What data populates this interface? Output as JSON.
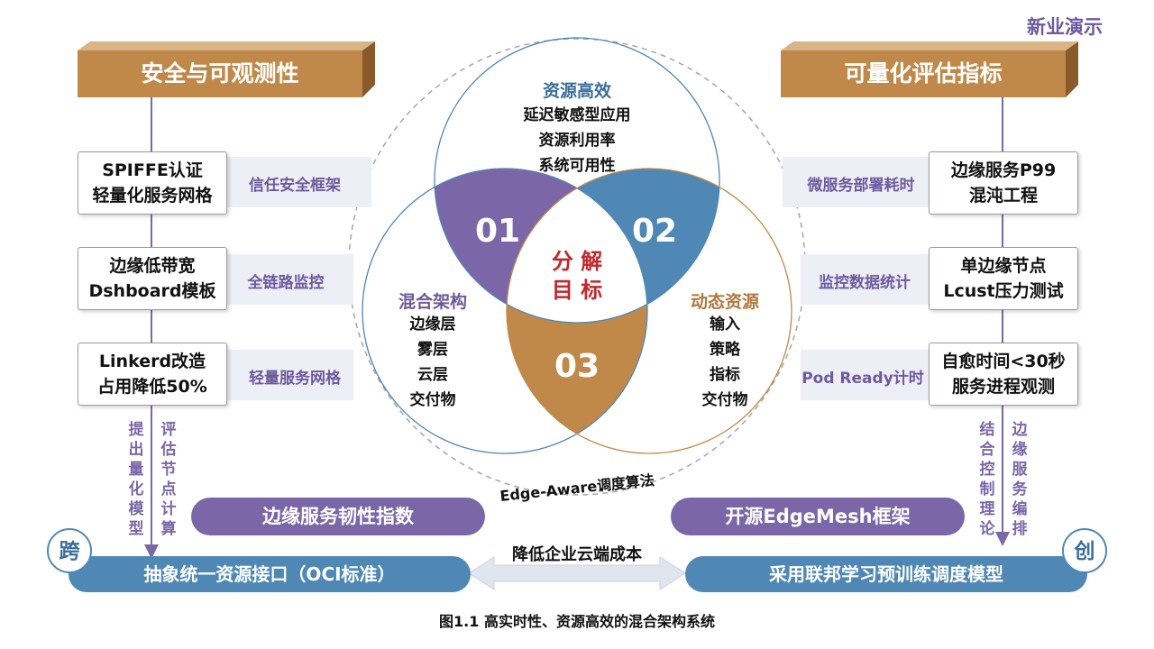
{
  "brand": "新业演示",
  "left_banner": "安全与可观测性",
  "right_banner": "可量化评估指标",
  "left_items": [
    {
      "line1": "SPIFFE认证",
      "line2": "轻量化服务网格",
      "tag": "信任安全框架"
    },
    {
      "line1": "边缘低带宽",
      "line2": "Dshboard模板",
      "tag": "全链路监控"
    },
    {
      "line1": "Linkerd改造",
      "line2": "占用降低50%",
      "tag": "轻量服务网格"
    }
  ],
  "right_items": [
    {
      "line1": "边缘服务P99",
      "line2": "混沌工程",
      "tag": "微服务部署耗时"
    },
    {
      "line1": "单边缘节点",
      "line2": "Lcust压力测试",
      "tag": "监控数据统计"
    },
    {
      "line1": "自愈时间<30秒",
      "line2": "服务进程观测",
      "tag": "Pod Ready计时"
    }
  ],
  "left_vertical": [
    "提出量化模型",
    "评估节点计算"
  ],
  "right_vertical": [
    "结合控制理论",
    "边缘服务编排"
  ],
  "left_pill": "边缘服务韧性指数",
  "right_pill": "开源EdgeMesh框架",
  "left_badge": "跨",
  "right_badge": "创",
  "left_bar": "抽象统一资源接口（OCI标准）",
  "right_bar": "采用联邦学习预训练调度模型",
  "middle_label": "降低企业云端成本",
  "arc_label": "Edge-Aware调度算法",
  "venn": {
    "top": {
      "title": "资源高效",
      "lines": [
        "延迟敏感型应用",
        "资源利用率",
        "系统可用性"
      ]
    },
    "left": {
      "title": "混合架构",
      "lines": [
        "边缘层",
        "雾层",
        "云层",
        "交付物"
      ]
    },
    "right": {
      "title": "动态资源",
      "lines": [
        "输入",
        "策略",
        "指标",
        "交付物"
      ]
    },
    "n1": "01",
    "n2": "02",
    "n3": "03",
    "center_line1": "分 解",
    "center_line2": "目 标",
    "colors": {
      "purple": "#7b67a8",
      "blue": "#4f87b5",
      "orange": "#c0894a",
      "red": "#c0282d"
    }
  },
  "caption": "图1.1 高实时性、资源高效的混合架构系统"
}
